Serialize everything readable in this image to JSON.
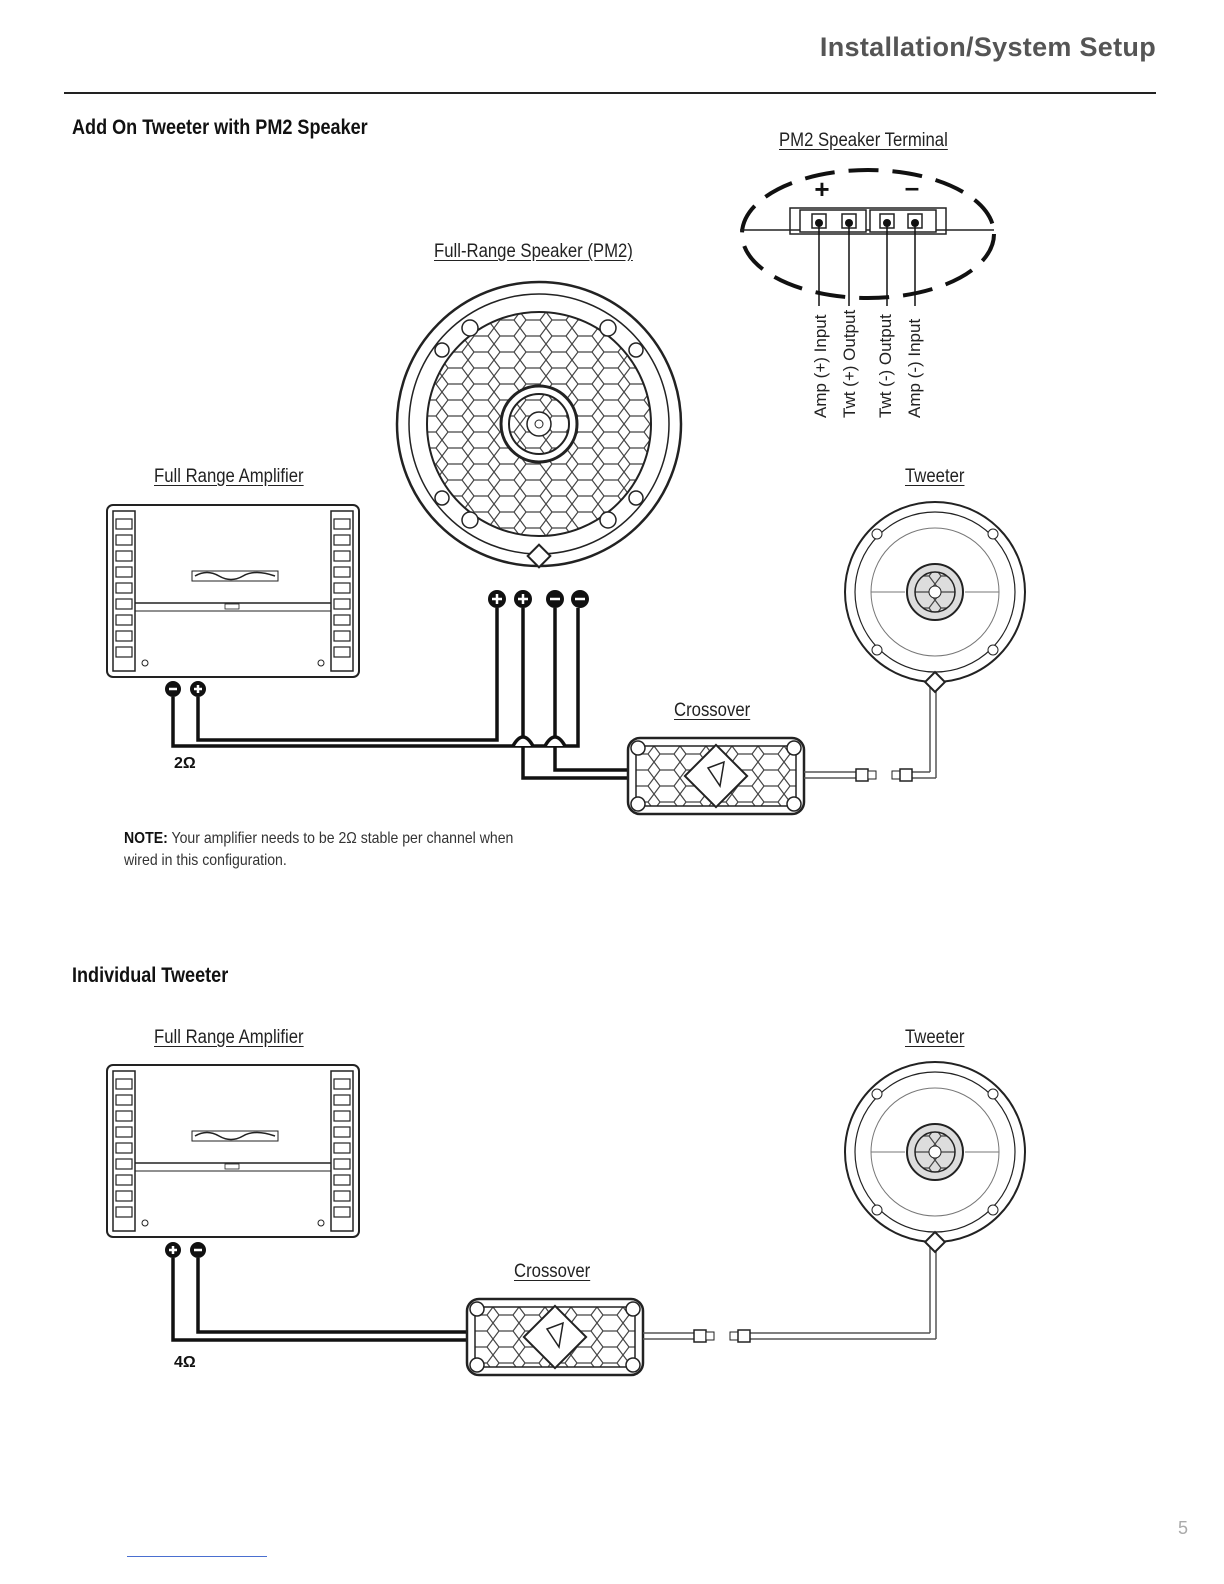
{
  "header": {
    "title": "Installation/System Setup"
  },
  "section1": {
    "title": "Add On Tweeter with PM2 Speaker",
    "terminal_label": "PM2 Speaker Terminal",
    "speaker_label": "Full-Range Speaker (PM2)",
    "amp_label": "Full Range Amplifier",
    "tweeter_label": "Tweeter",
    "crossover_label": "Crossover",
    "impedance": "2Ω",
    "terminal_pins": [
      "Amp (+) Input",
      "Twt (+) Output",
      "Twt (-) Output",
      "Amp (-) Input"
    ],
    "terminal_signs": [
      "+",
      "–"
    ],
    "note_bold": "NOTE:",
    "note_text": " Your amplifier needs to be 2Ω stable per channel  when wired in this configuration."
  },
  "section2": {
    "title": "Individual Tweeter",
    "amp_label": "Full Range Amplifier",
    "tweeter_label": "Tweeter",
    "crossover_label": "Crossover",
    "impedance": "4Ω"
  },
  "page_number": "5"
}
